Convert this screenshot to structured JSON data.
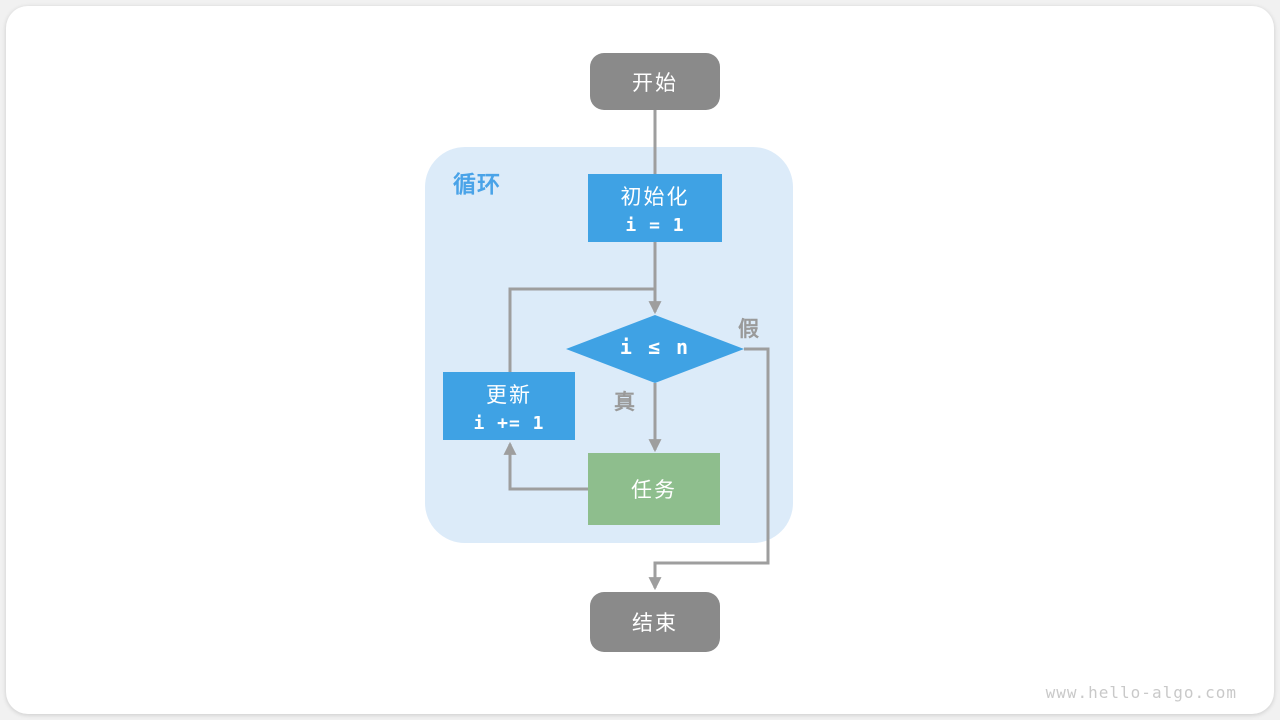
{
  "flowchart": {
    "group_label": "循环",
    "nodes": {
      "start": {
        "label": "开始"
      },
      "init": {
        "line1": "初始化",
        "line2": "i = 1"
      },
      "condition": {
        "label": "i ≤ n"
      },
      "update": {
        "line1": "更新",
        "line2": "i += 1"
      },
      "task": {
        "label": "任务"
      },
      "end": {
        "label": "结束"
      }
    },
    "edges": {
      "true_label": "真",
      "false_label": "假"
    },
    "colors": {
      "node_gray": "#8a8a8a",
      "node_blue": "#3fa2e4",
      "node_green": "#8ebe8d",
      "group_bg": "#dcebf9",
      "group_label_color": "#4aa3e8",
      "line": "#9e9e9e",
      "edge_label_color": "#9a9a9a"
    }
  },
  "page": {
    "watermark": "www.hello-algo.com"
  }
}
